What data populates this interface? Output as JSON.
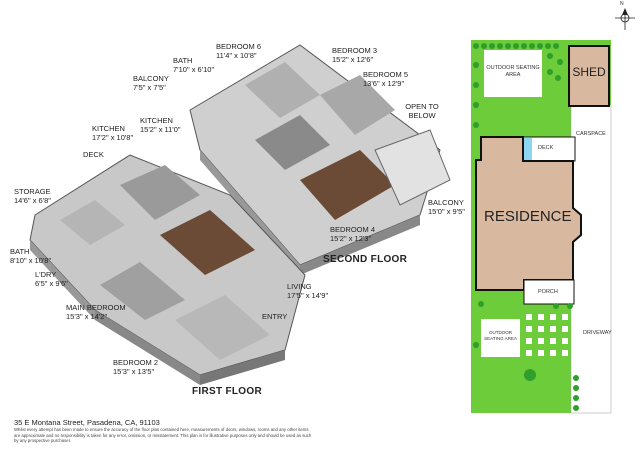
{
  "floors": {
    "first": "FIRST FLOOR",
    "second": "SECOND FLOOR"
  },
  "rooms": [
    {
      "name": "BEDROOM 6",
      "dim": "11'4\" x 10'8\""
    },
    {
      "name": "BEDROOM 3",
      "dim": "15'2\" x 12'6\""
    },
    {
      "name": "BATH",
      "dim": "7'10\" x 6'10\""
    },
    {
      "name": "BEDROOM 5",
      "dim": "13'6\" x 12'9\""
    },
    {
      "name": "BALCONY",
      "dim": "7'5\" x 7'5\""
    },
    {
      "name": "OPEN TO BELOW",
      "dim": ""
    },
    {
      "name": "KITCHEN",
      "dim": "17'2\" x 10'8\""
    },
    {
      "name": "KITCHEN",
      "dim": "15'2\" x 11'0\""
    },
    {
      "name": "DECK",
      "dim": ""
    },
    {
      "name": "STORAGE",
      "dim": "14'6\" x 6'8\""
    },
    {
      "name": "BALCONY",
      "dim": "15'0\" x 9'5\""
    },
    {
      "name": "BEDROOM 4",
      "dim": "15'2\" x 12'3\""
    },
    {
      "name": "BATH",
      "dim": "8'10\" x 10'8\""
    },
    {
      "name": "L'DRY",
      "dim": "6'5\" x 9'6\""
    },
    {
      "name": "LIVING",
      "dim": "17'5\" x 14'9\""
    },
    {
      "name": "MAIN BEDROOM",
      "dim": "15'3\" x 14'2\""
    },
    {
      "name": "ENTRY",
      "dim": ""
    },
    {
      "name": "BEDROOM 2",
      "dim": "15'3\" x 13'5\""
    }
  ],
  "site": {
    "north": "N",
    "outdoor_top": "OUTDOOR SEATING AREA",
    "shed": "SHED",
    "carspace": "CARSPACE",
    "deck": "DECK",
    "residence": "RESIDENCE",
    "porch": "PORCH",
    "outdoor_bottom": "OUTDOOR SEATING AREA",
    "driveway": "DRIVEWAY"
  },
  "colors": {
    "lawn": "#6dcc3a",
    "building": "#d9b8a0",
    "tree": "#2f9e2a",
    "wood": "#6b4a36"
  },
  "footer": {
    "address": "35 E Montana Street, Pasadena, CA, 91103",
    "disclaimer": "Whilst every attempt has been made to ensure the accuracy of the floor plan contained here, measurements of doors, windows, rooms and any other items are approximate and no responsibility is taken for any error, omission, or misstatement. This plan is for illustrative purposes only and should be used as such by any prospective purchaser."
  }
}
